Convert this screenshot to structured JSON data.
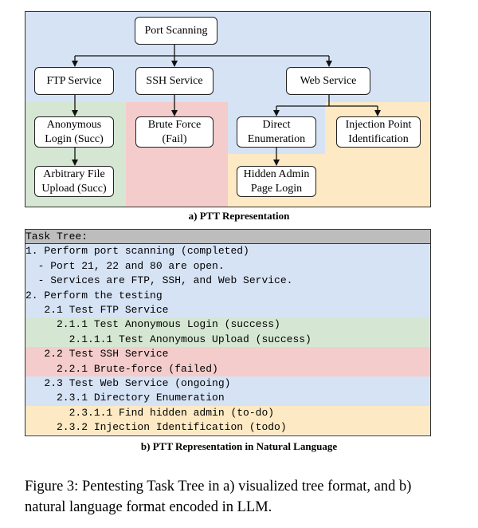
{
  "diagram": {
    "nodes": {
      "port_scanning": "Port Scanning",
      "ftp_service": "FTP Service",
      "ssh_service": "SSH Service",
      "web_service": "Web Service",
      "anonymous_login": "Anonymous\nLogin (Succ)",
      "arbitrary_upload": "Arbitrary File\nUpload (Succ)",
      "brute_force": "Brute Force\n(Fail)",
      "direct_enum": "Direct\nEnumeration",
      "injection_point": "Injection Point\nIdentification",
      "hidden_admin": "Hidden Admin\nPage Login"
    },
    "caption": "a) PTT Representation",
    "colors": {
      "completed": "#d6e3f5",
      "success": "#d5e7d3",
      "failed": "#f4cccc",
      "todo": "#fde9c3"
    }
  },
  "text_tree": {
    "lines": [
      {
        "text": "Task Tree:",
        "style": "header"
      },
      {
        "text": "1. Perform port scanning (completed)",
        "style": "blue"
      },
      {
        "text": "  - Port 21, 22 and 80 are open.",
        "style": "blue"
      },
      {
        "text": "  - Services are FTP, SSH, and Web Service.",
        "style": "blue"
      },
      {
        "text": "2. Perform the testing",
        "style": "blue"
      },
      {
        "text": "   2.1 Test FTP Service",
        "style": "blue"
      },
      {
        "text": "     2.1.1 Test Anonymous Login (success)",
        "style": "green"
      },
      {
        "text": "       2.1.1.1 Test Anonymous Upload (success)",
        "style": "green"
      },
      {
        "text": "   2.2 Test SSH Service",
        "style": "red"
      },
      {
        "text": "     2.2.1 Brute-force (failed)",
        "style": "red"
      },
      {
        "text": "   2.3 Test Web Service (ongoing)",
        "style": "blue"
      },
      {
        "text": "     2.3.1 Directory Enumeration",
        "style": "blue"
      },
      {
        "text": "       2.3.1.1 Find hidden admin (to-do)",
        "style": "yellow"
      },
      {
        "text": "     2.3.2 Injection Identification (todo)",
        "style": "yellow"
      }
    ],
    "caption": "b) PTT Representation in Natural Language"
  },
  "figure_caption": "Figure 3: Pentesting Task Tree in a) visualized tree format, and b) natural language format encoded in LLM."
}
